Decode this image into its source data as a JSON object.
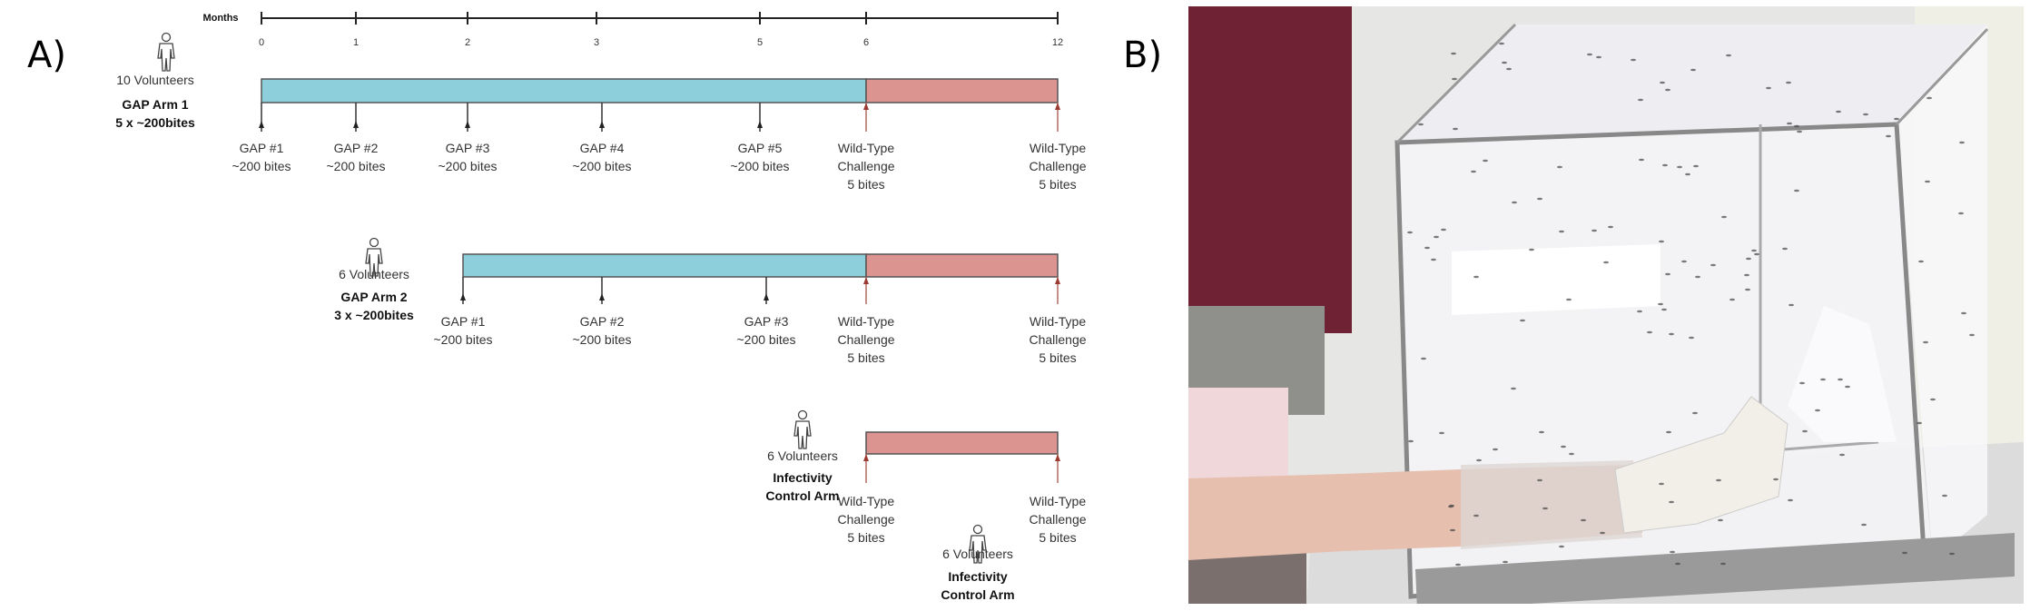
{
  "panel_a": {
    "label": "A)",
    "axis": {
      "title": "Months",
      "ticks": [
        "0",
        "1",
        "2",
        "3",
        "5",
        "6",
        "12"
      ]
    },
    "arms": [
      {
        "volunteers": "10 Volunteers",
        "name": "GAP Arm 1",
        "regimen": "5 x ~200bites",
        "events": [
          {
            "line1": "GAP #1",
            "line2": "~200 bites"
          },
          {
            "line1": "GAP #2",
            "line2": "~200 bites"
          },
          {
            "line1": "GAP #3",
            "line2": "~200 bites"
          },
          {
            "line1": "GAP #4",
            "line2": "~200 bites"
          },
          {
            "line1": "GAP #5",
            "line2": "~200 bites"
          },
          {
            "line1": "Wild-Type",
            "line2": "Challenge",
            "line3": "5 bites"
          },
          {
            "line1": "Wild-Type",
            "line2": "Challenge",
            "line3": "5 bites"
          }
        ]
      },
      {
        "volunteers": "6 Volunteers",
        "name": "GAP Arm 2",
        "regimen": "3 x ~200bites",
        "events": [
          {
            "line1": "GAP #1",
            "line2": "~200 bites"
          },
          {
            "line1": "GAP #2",
            "line2": "~200 bites"
          },
          {
            "line1": "GAP #3",
            "line2": "~200 bites"
          },
          {
            "line1": "Wild-Type",
            "line2": "Challenge",
            "line3": "5 bites"
          },
          {
            "line1": "Wild-Type",
            "line2": "Challenge",
            "line3": "5 bites"
          }
        ]
      },
      {
        "volunteers": "6 Volunteers",
        "name": "Infectivity",
        "name2": "Control Arm",
        "events": [
          {
            "line1": "Wild-Type",
            "line2": "Challenge",
            "line3": "5 bites"
          },
          {
            "line1": "Wild-Type",
            "line2": "Challenge",
            "line3": "5 bites"
          }
        ]
      },
      {
        "volunteers": "6 Volunteers",
        "name": "Infectivity",
        "name2": "Control Arm"
      }
    ],
    "colors": {
      "gap_phase": "#8ecfdc",
      "challenge_phase": "#dc9490",
      "arrow_challenge": "#9b3a30"
    }
  },
  "panel_b": {
    "label": "B)"
  }
}
